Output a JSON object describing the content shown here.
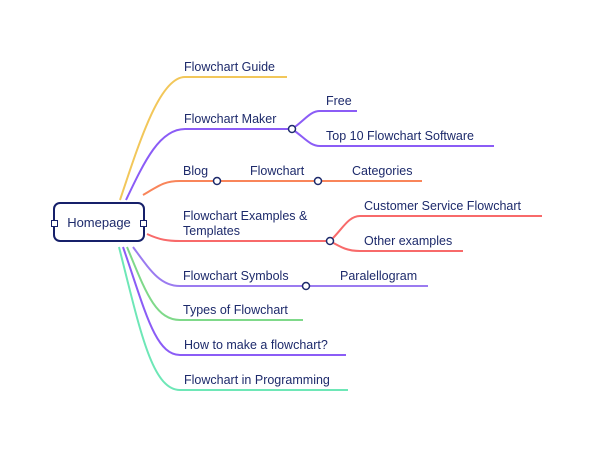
{
  "colors": {
    "text": "#1d2a6b",
    "root_border": "#16206a",
    "yellow": "#f2c75a",
    "purple": "#8b5cf6",
    "light_purple": "#9b7bf0",
    "orange": "#f9855a",
    "red": "#f86a6a",
    "green": "#7fd98a",
    "teal": "#6ee7b7"
  },
  "root": {
    "label": "Homepage"
  },
  "branches": [
    {
      "label": "Flowchart Guide",
      "color": "yellow"
    },
    {
      "label": "Flowchart Maker",
      "color": "purple",
      "children": [
        "Free",
        "Top 10 Flowchart Software"
      ]
    },
    {
      "label": "Blog",
      "color": "orange",
      "children": [
        "Flowchart"
      ],
      "grandchildren": [
        "Categories"
      ]
    },
    {
      "label": "Flowchart Examples & Templates",
      "line1": "Flowchart Examples &",
      "line2": "Templates",
      "color": "red",
      "children": [
        "Customer Service Flowchart",
        "Other examples"
      ]
    },
    {
      "label": "Flowchart Symbols",
      "color": "purple",
      "children": [
        "Paralellogram"
      ]
    },
    {
      "label": "Types of Flowchart",
      "color": "green"
    },
    {
      "label": "How to make a flowchart?",
      "color": "purple"
    },
    {
      "label": "Flowchart in Programming",
      "color": "teal"
    }
  ]
}
